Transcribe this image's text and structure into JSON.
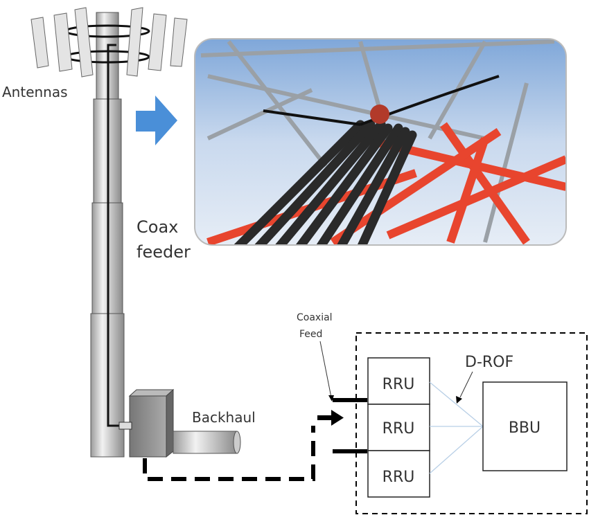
{
  "labels": {
    "antennas": "Antennas",
    "coax_feeder_line1": "Coax",
    "coax_feeder_line2": "feeder",
    "backhaul": "Backhaul",
    "coaxial_feed_line1": "Coaxial",
    "coaxial_feed_line2": "Feed",
    "d_rof": "D-ROF",
    "rru": [
      "RRU",
      "RRU",
      "RRU"
    ],
    "bbu": "BBU"
  },
  "colors": {
    "arrow_blue": "#4a8fd8",
    "tower_red": "#e8452e",
    "sky": "#a9c4e6",
    "fiber_line": "#b8cfe6"
  }
}
